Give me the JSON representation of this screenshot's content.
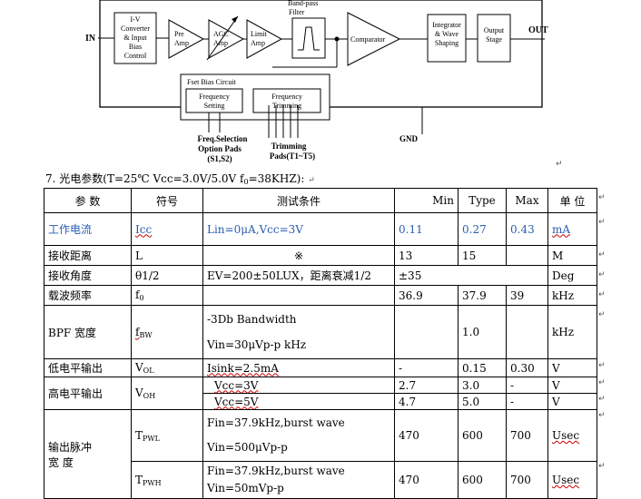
{
  "diagram": {
    "in_label": "IN",
    "out_label": "OUT",
    "gnd_label": "GND",
    "iv_converter": [
      "I-V",
      "Converter",
      "& Input",
      "Bias",
      "Control"
    ],
    "pre_amp": [
      "Pre",
      "Amp"
    ],
    "agc_amp": [
      "AGC",
      "Amp"
    ],
    "limit_amp": [
      "Limit",
      "Amp"
    ],
    "bandpass": [
      "Band-pass",
      "Filter"
    ],
    "comparator": "Comparator",
    "integrator": [
      "Integrator",
      "& Wave",
      "Shaping"
    ],
    "output_stage": [
      "Output",
      "Stage"
    ],
    "fset_title": "Fset Bias Circuit",
    "freq_setting": [
      "Frequency",
      "Setting"
    ],
    "freq_trimming": [
      "Frequency",
      "Trimming"
    ],
    "freq_selection": [
      "Freq.Selection",
      "Option Pads",
      "(S1,S2)"
    ],
    "trimming_pads": [
      "Trimming",
      "Pads(T1~T5)"
    ]
  },
  "section": {
    "heading": "7. 光电参数(T=25℃  Vcc=3.0V/5.0V  f",
    "heading_sub": "0",
    "heading_tail": "=38KHZ):",
    "mark": "↵"
  },
  "table": {
    "headers": [
      "参   数",
      "符号",
      "测试条件",
      "Min",
      "Type",
      "Max",
      "单 位"
    ],
    "rows": {
      "r1": {
        "param": "工作电流",
        "sym": "Icc",
        "cond": "Lin=0μA,Vcc=3V",
        "min": "0.11",
        "typ": "0.27",
        "max": "0.43",
        "unit": "mA"
      },
      "r2": {
        "param": "接收距离",
        "sym": "L",
        "cond": "※",
        "min": "13",
        "typ": "15",
        "max": "",
        "unit": "M"
      },
      "r3": {
        "param": "接收角度",
        "sym": "θ1/2",
        "cond": "EV=200±50LUX，距离衰减1/2",
        "min": "±35",
        "unit": "Deg"
      },
      "r4": {
        "param": "载波频率",
        "sym": "f",
        "sym_sub": "0",
        "cond": "",
        "min": "36.9",
        "typ": "37.9",
        "max": "39",
        "unit": "kHz"
      },
      "r5": {
        "param": "BPF 宽度",
        "sym": "f",
        "sym_sub": "BW",
        "cond1": "-3Db Bandwidth",
        "cond2": "Vin=30μVp-p kHz",
        "min": "",
        "typ": "1.0",
        "max": "",
        "unit": "kHz"
      },
      "r6": {
        "param": "低电平输出",
        "sym": "V",
        "sym_sub": "OL",
        "cond": "Isink=2.5mA",
        "min": "-",
        "typ": "0.15",
        "max": "0.30",
        "unit": "V"
      },
      "r7": {
        "param": "高电平输出",
        "sym": "V",
        "sym_sub": "OH",
        "cond_a": "Vcc=3V",
        "min_a": "2.7",
        "typ_a": "3.0",
        "max_a": "-",
        "unit_a": "V",
        "cond_b": "Vcc=5V",
        "min_b": "4.7",
        "typ_b": "5.0",
        "max_b": "-",
        "unit_b": "V"
      },
      "r8": {
        "param": "输出脉冲",
        "param2": "宽    度",
        "sym_a": "T",
        "sym_a_sub": "PWL",
        "cond_a1": "Fin=37.9kHz,burst wave",
        "cond_a2": "Vin=500μVp-p",
        "min_a": "470",
        "typ_a": "600",
        "max_a": "700",
        "unit_a": "Usec",
        "sym_b": "T",
        "sym_b_sub": "PWH",
        "cond_b1": "Fin=37.9kHz,burst wave",
        "cond_b2": "Vin=50mVp-p",
        "min_b": "470",
        "typ_b": "600",
        "max_b": "700",
        "unit_b": "Usec"
      }
    }
  }
}
